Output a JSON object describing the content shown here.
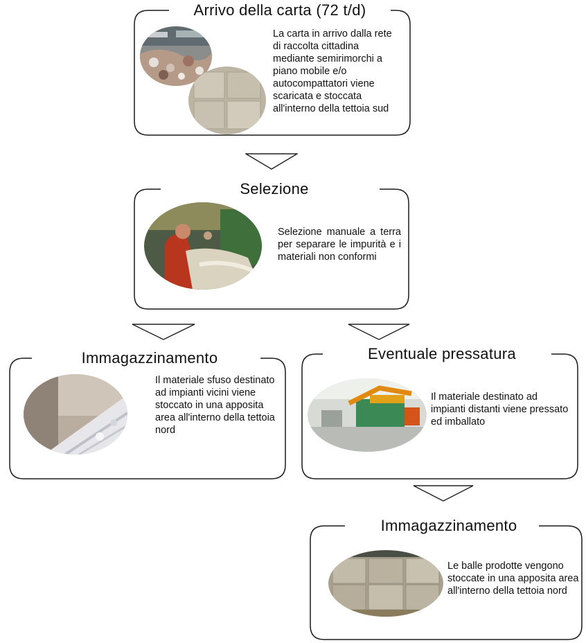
{
  "stages": {
    "arrival": {
      "title": "Arrivo della carta (72 t/d)",
      "description": "La carta in arrivo dalla rete di raccolta cittadina mediante semirimorchi a piano mobile e/o autocompattatori viene scaricata e stoccata all'interno della tettoia sud"
    },
    "selection": {
      "title": "Selezione",
      "description": "Selezione manuale a terra per separare le impurità e i materiali non conformi"
    },
    "storage_bulk": {
      "title": "Immagazzinamento",
      "description": "Il materiale sfuso destinato ad impianti vicini viene stoccato in una apposita area all'interno della tettoia nord"
    },
    "pressing": {
      "title": "Eventuale pressatura",
      "description": "Il materiale destinato ad impianti distanti viene pressato ed imballato"
    },
    "storage_bales": {
      "title": "Immagazzinamento",
      "description": "Le balle prodotte vengono stoccate in una apposita area all'interno della tettoia nord"
    }
  },
  "colors": {
    "border": "#1a1a1a",
    "arrow": "#222222"
  }
}
